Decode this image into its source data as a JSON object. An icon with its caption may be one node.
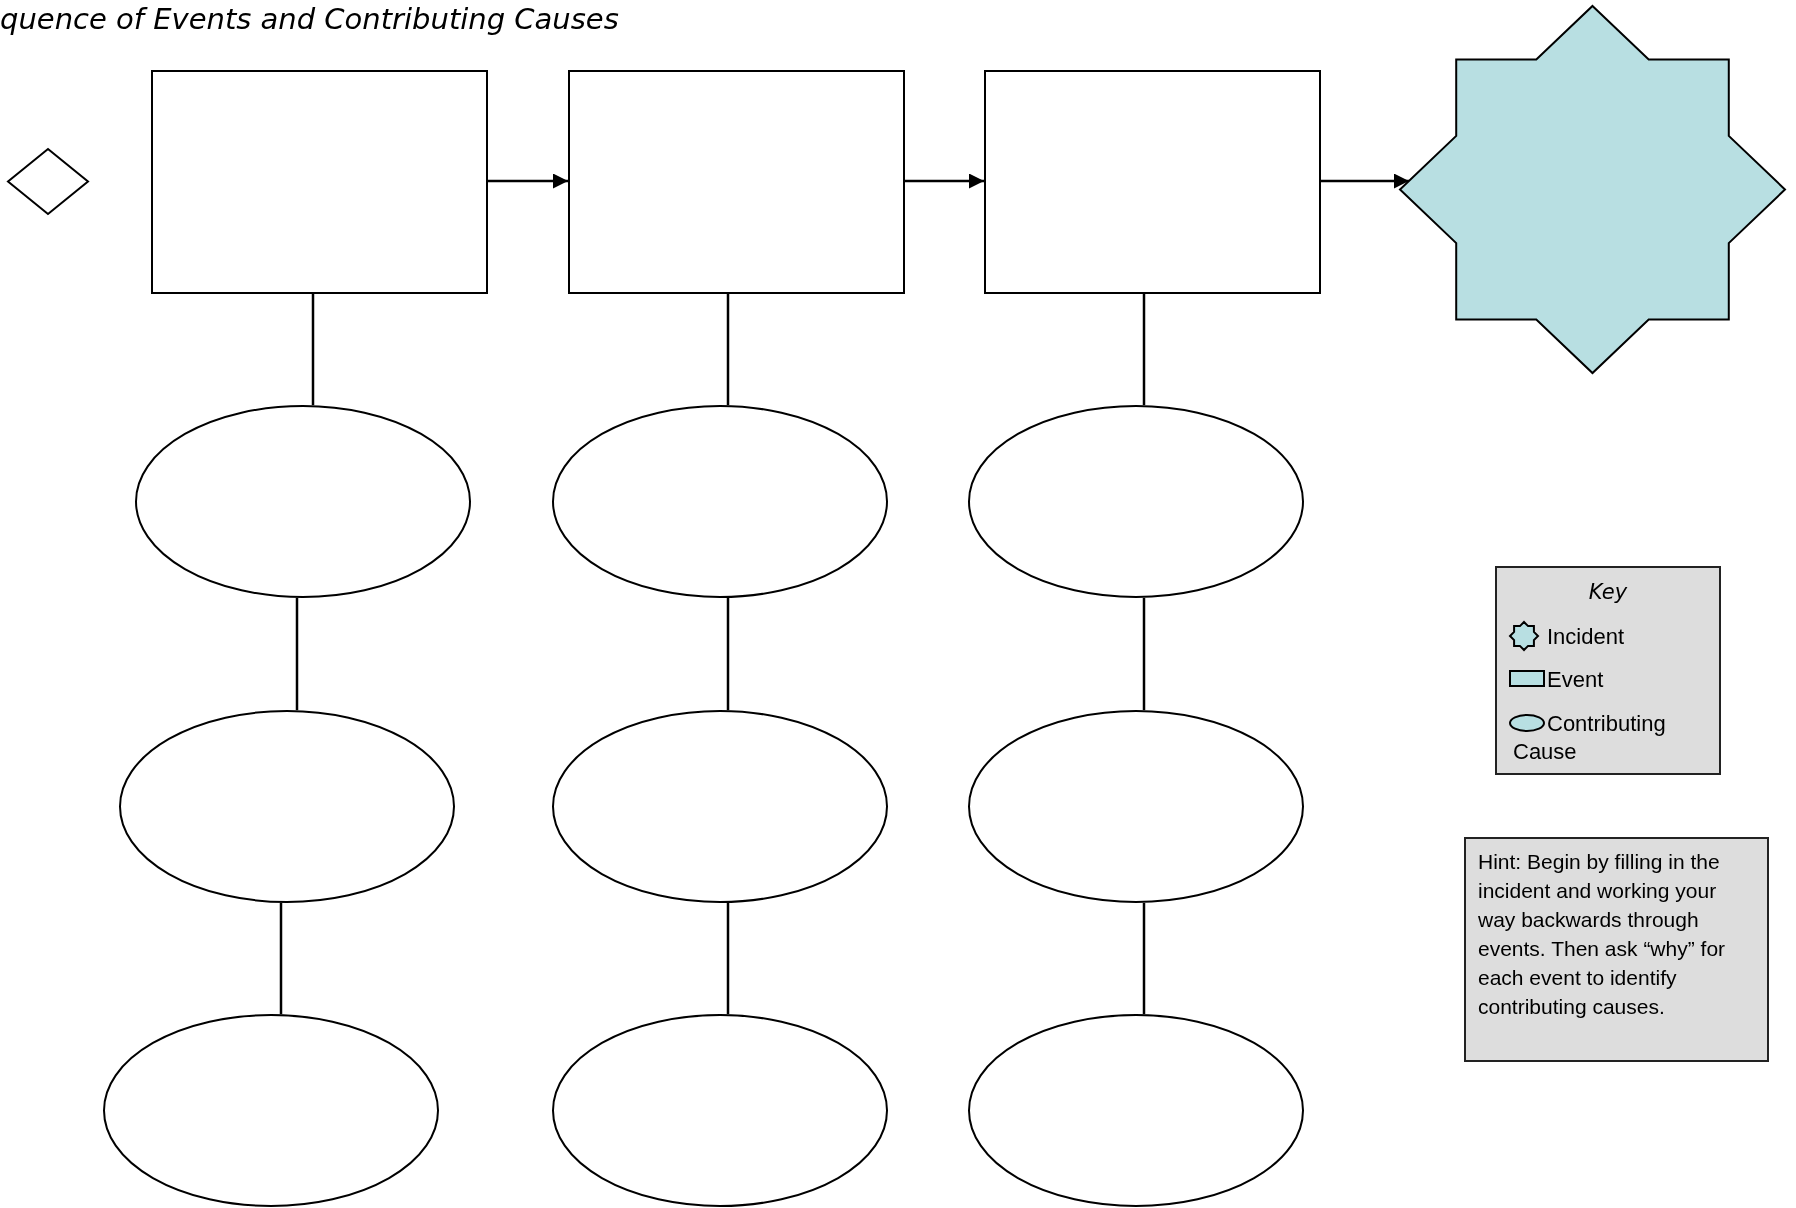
{
  "diagram": {
    "title": "quence of Events and Contributing Causes",
    "nodes": [
      {
        "text": [],
        "shape": "diamond"
      },
      {
        "text": [],
        "shape": "box"
      },
      {
        "text": [],
        "shape": "box"
      },
      {
        "text": [],
        "shape": "box"
      },
      {
        "text": [],
        "shape": "star"
      },
      {
        "text": [],
        "shape": "ellipse"
      },
      {
        "text": [],
        "shape": "ellipse"
      },
      {
        "text": [],
        "shape": "ellipse"
      },
      {
        "text": [],
        "shape": "ellipse"
      },
      {
        "text": [],
        "shape": "ellipse"
      },
      {
        "text": [],
        "shape": "ellipse"
      },
      {
        "text": [],
        "shape": "ellipse"
      },
      {
        "text": [],
        "shape": "ellipse"
      },
      {
        "text": [],
        "shape": "ellipse"
      },
      {
        "text": [
          "Hint:  Begin by filling in the incident and working your way backwards through events.  Then ask “why” for each event to identify contributing causes."
        ]
      }
    ],
    "edges": [
      {
        "from": 1,
        "to": 2,
        "arrow": "to"
      },
      {
        "from": 2,
        "to": 3,
        "arrow": "to"
      },
      {
        "from": 3,
        "to": 4,
        "arrow": "to"
      },
      {
        "from": 1,
        "to": 5,
        "arrow": "none"
      },
      {
        "from": 5,
        "to": 8,
        "arrow": "none"
      },
      {
        "from": 8,
        "to": 11,
        "arrow": "none"
      },
      {
        "from": 2,
        "to": 6,
        "arrow": "none"
      },
      {
        "from": 6,
        "to": 9,
        "arrow": "none"
      },
      {
        "from": 9,
        "to": 12,
        "arrow": "none"
      },
      {
        "from": 3,
        "to": 7,
        "arrow": "none"
      },
      {
        "from": 7,
        "to": 10,
        "arrow": "none"
      },
      {
        "from": 10,
        "to": 13,
        "arrow": "none"
      }
    ],
    "labels": [
      "Key"
    ],
    "legend": [
      {
        "text": "Incident"
      },
      {
        "text": "Event"
      },
      {
        "text": "Contributing Cause"
      }
    ]
  }
}
